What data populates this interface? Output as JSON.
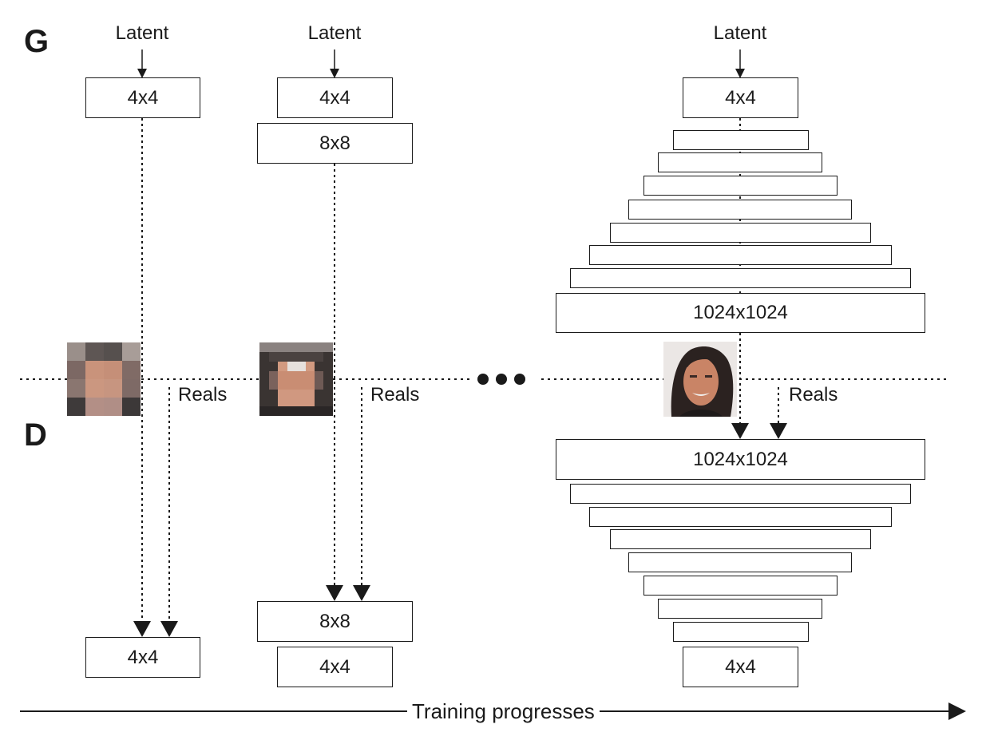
{
  "diagram": {
    "generator_label": "G",
    "discriminator_label": "D",
    "input_label": "Latent",
    "reals_label": "Reals",
    "axis_label": "Training progresses",
    "stages": [
      {
        "generator_blocks": [
          "4x4"
        ],
        "discriminator_blocks": [
          "4x4"
        ]
      },
      {
        "generator_blocks": [
          "4x4",
          "8x8"
        ],
        "discriminator_blocks": [
          "8x8",
          "4x4"
        ]
      },
      {
        "generator_blocks": [
          "4x4",
          "1024x1024"
        ],
        "discriminator_blocks": [
          "1024x1024",
          "4x4"
        ]
      }
    ]
  }
}
